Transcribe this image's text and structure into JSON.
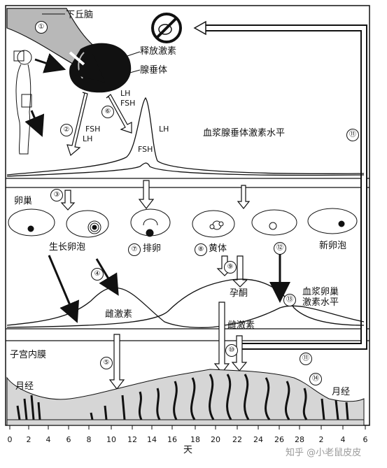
{
  "labels": {
    "hypothalamus": "下丘脑",
    "releasing_hormone": "释放激素",
    "pituitary": "腺垂体",
    "lh_a": "LH",
    "fsh_a": "FSH",
    "fsh_b": "FSH",
    "lh_b": "LH",
    "lh_peak": "LH",
    "fsh_peak": "FSH",
    "plasma_pituitary": "血浆腺垂体激素水平",
    "ovary": "卵巢",
    "growing_follicle": "生长卵泡",
    "ovulation": "排卵",
    "corpus_luteum": "黄体",
    "new_follicle": "新卵泡",
    "progesterone": "孕酮",
    "estrogen_1": "雌激素",
    "estrogen_2": "雌激素",
    "plasma_ovarian_1": "血浆卵巢",
    "plasma_ovarian_2": "激素水平",
    "endometrium": "子宫内膜",
    "menses_1": "月经",
    "menses_2": "月经",
    "x_axis_label": "天",
    "watermark": "知乎 @小老鼠皮皮"
  },
  "markers": [
    "①",
    "②",
    "③",
    "④",
    "⑤",
    "⑥",
    "⑦",
    "⑧",
    "⑨",
    "⑩",
    "⑪",
    "⑪",
    "⑫",
    "⑬",
    "⑭"
  ],
  "x_ticks": [
    "0",
    "2",
    "4",
    "6",
    "8",
    "10",
    "12",
    "14",
    "16",
    "18",
    "20",
    "22",
    "24",
    "26",
    "28",
    "2",
    "4",
    "6"
  ],
  "icons": [
    "no-sign-icon",
    "body-silhouette-icon",
    "follicle-icon",
    "arrow-icon"
  ],
  "colors": {
    "line": "#111111",
    "gland_gray": "#b8b8b8",
    "endometrium_fill": "#d6d6d6",
    "frame_arrow": "#ffffff"
  }
}
